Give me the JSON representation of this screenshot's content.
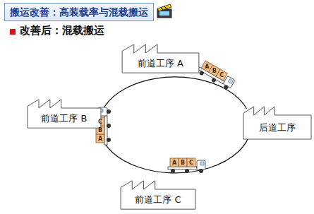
{
  "diagram": {
    "title": "搬运改善：高装载率与混载搬运",
    "nodes": [
      {
        "text": [
          "前道工序 A"
        ]
      },
      {
        "text": [
          "前道工序 B"
        ]
      },
      {
        "text": [
          "前道工序 C"
        ]
      },
      {
        "text": [
          "后道工序"
        ]
      }
    ],
    "labels": [
      "改善后：混载搬运",
      "A",
      "B",
      "C",
      "A",
      "B",
      "C",
      "A",
      "B",
      "C"
    ]
  }
}
